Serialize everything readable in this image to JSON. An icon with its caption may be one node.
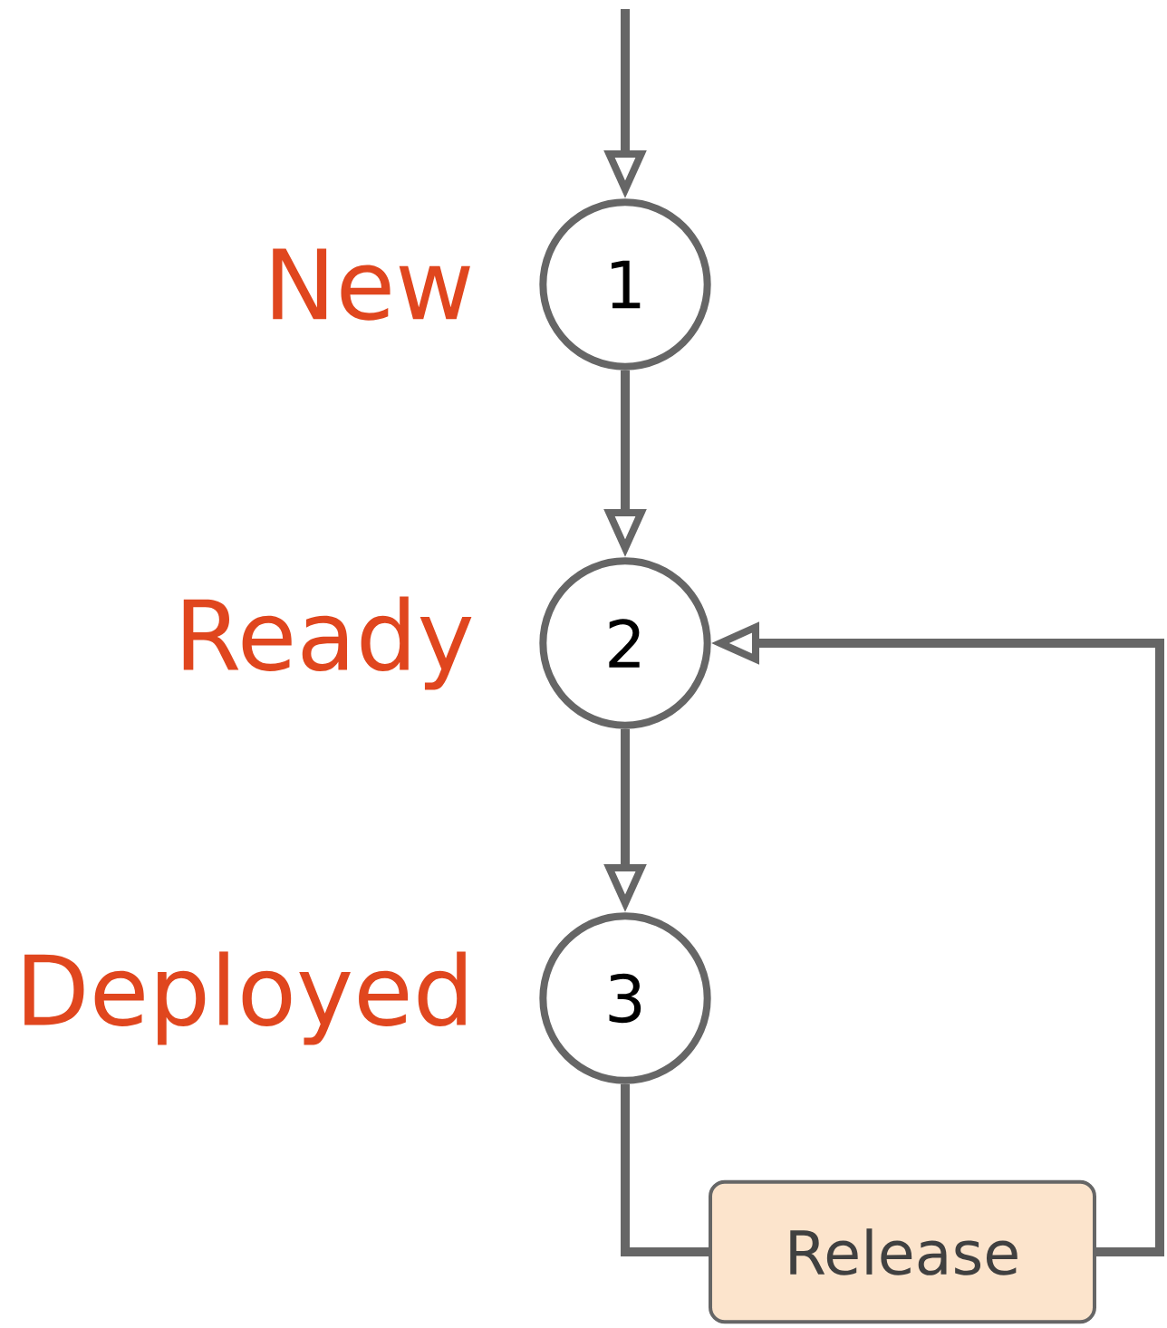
{
  "diagram": {
    "nodes": [
      {
        "text": [
          "1"
        ],
        "beside": [
          "New"
        ]
      },
      {
        "text": [
          "2"
        ],
        "beside": [
          "Ready"
        ]
      },
      {
        "text": [
          "3"
        ],
        "beside": [
          "Deployed"
        ]
      },
      {
        "text": [
          "Release"
        ]
      }
    ],
    "edges": [
      {
        "from": null,
        "to": 0,
        "arrow": "to"
      },
      {
        "from": 0,
        "to": 1,
        "arrow": "to"
      },
      {
        "from": 1,
        "to": 2,
        "arrow": "to"
      },
      {
        "from": 2,
        "to": 3,
        "arrow": "none"
      },
      {
        "from": 3,
        "to": 1,
        "arrow": "to"
      }
    ]
  }
}
